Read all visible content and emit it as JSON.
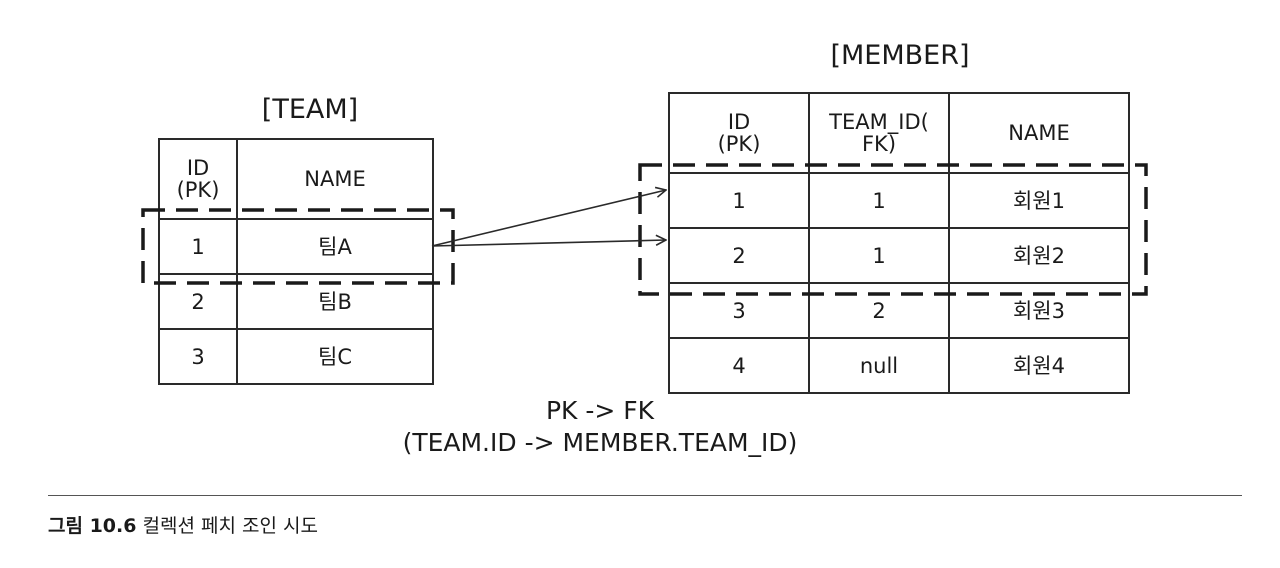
{
  "team": {
    "title": "[TEAM]",
    "headers": [
      "ID\n(PK)",
      "NAME"
    ],
    "rows": [
      [
        "1",
        "팀A"
      ],
      [
        "2",
        "팀B"
      ],
      [
        "3",
        "팀C"
      ]
    ]
  },
  "member": {
    "title": "[MEMBER]",
    "headers": [
      "ID\n(PK)",
      "TEAM_ID(\nFK)",
      "NAME"
    ],
    "rows": [
      [
        "1",
        "1",
        "회원1"
      ],
      [
        "2",
        "1",
        "회원2"
      ],
      [
        "3",
        "2",
        "회원3"
      ],
      [
        "4",
        "null",
        "회원4"
      ]
    ]
  },
  "relation": {
    "line1": "PK -> FK",
    "line2": "(TEAM.ID -> MEMBER.TEAM_ID)"
  },
  "figure": {
    "label": "그림 10.6",
    "text": "컬렉션 페치 조인 시도"
  },
  "colors": {
    "line": "#2a2a2a",
    "text": "#1a1a1a"
  }
}
